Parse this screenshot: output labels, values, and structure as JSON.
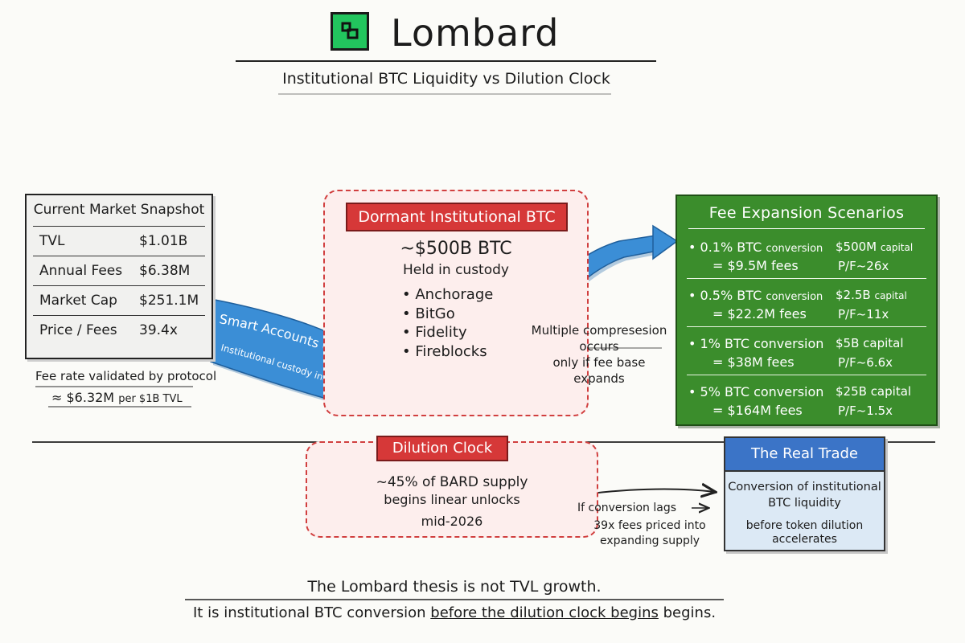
{
  "header": {
    "brand": "Lombard",
    "subtitle": "Institutional BTC Liquidity vs Dilution Clock",
    "logo_icon": "lombard-logo-icon",
    "logo_color": "#22c55e"
  },
  "snapshot": {
    "title": "Current Market Snapshot",
    "rows": [
      {
        "label": "TVL",
        "value": "$1.01B"
      },
      {
        "label": "Annual Fees",
        "value": "$6.38M"
      },
      {
        "label": "Market Cap",
        "value": "$251.1M"
      },
      {
        "label": "Price / Fees",
        "value": "39.4x"
      }
    ],
    "note_line1": "Fee rate validated by protocol",
    "note_line2_main": "≈ $6.32M",
    "note_line2_small": "per $1B TVL"
  },
  "flow": {
    "label_main": "Smart Accounts Conversion Layer",
    "label_sub": "Institutional custody integration",
    "color": "#3b8ed6"
  },
  "dormant": {
    "title": "Dormant Institutional BTC",
    "amount": "~$500B BTC",
    "held": "Held in custody",
    "custodians": [
      "Anchorage",
      "BitGo",
      "Fidelity",
      "Fireblocks"
    ],
    "accent_color": "#d63838"
  },
  "compression": {
    "line1": "Multiple compresesion",
    "line2": "occurs",
    "line3": "only if fee base expands"
  },
  "fee_scenarios": {
    "title": "Fee Expansion Scenarios",
    "color": "#3b8d2c",
    "items": [
      {
        "pct": "0.1% BTC",
        "conv": "conversion",
        "capital": "$500M",
        "cap_word": "capital",
        "fees": "= $9.5M fees",
        "pf": "P/F~26x"
      },
      {
        "pct": "0.5% BTC",
        "conv": "conversion",
        "capital": "$2.5B",
        "cap_word": "capital",
        "fees": "= $22.2M fees",
        "pf": "P/F~11x"
      },
      {
        "pct": "1% BTC conversion",
        "conv": "",
        "capital": "$5B capital",
        "cap_word": "",
        "fees": "= $38M fees",
        "pf": "P/F~6.6x"
      },
      {
        "pct": "5% BTC conversion",
        "conv": "",
        "capital": "$25B capital",
        "cap_word": "",
        "fees": "= $164M fees",
        "pf": "P/F~1.5x"
      }
    ]
  },
  "dilution": {
    "title": "Dilution Clock",
    "line1": "~45% of BARD supply",
    "line2": "begins linear unlocks",
    "line3": "mid-2026",
    "lag_line1": "If conversion lags",
    "lag_line2": "39x fees priced into",
    "lag_line3": "expanding supply"
  },
  "real_trade": {
    "title": "The Real Trade",
    "line1": "Conversion of institutional",
    "line2": "BTC liquidity",
    "line3": "before token dilution",
    "line4": "accelerates",
    "color": "#3b74c7"
  },
  "footer": {
    "line1": "The Lombard thesis is not TVL growth.",
    "line2_a": "It is institutional BTC conversion ",
    "line2_u": "before the dilution clock begins",
    "line2_b": " begins."
  }
}
